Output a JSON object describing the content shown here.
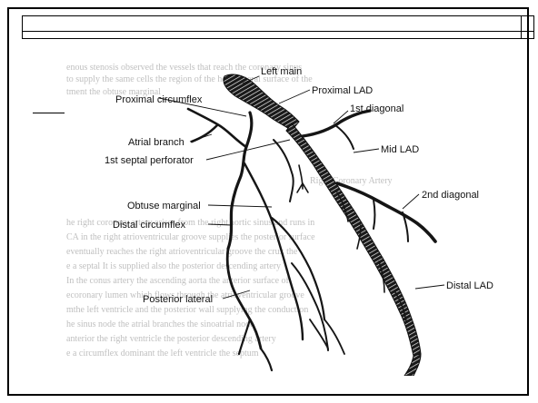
{
  "diagram": {
    "labels": {
      "left_main": "Left main",
      "proximal_circumflex": "Proximal circumflex",
      "proximal_lad": "Proximal LAD",
      "first_diagonal": "1st diagonal",
      "atrial_branch": "Atrial branch",
      "first_septal_perforator": "1st septal perforator",
      "mid_lad": "Mid LAD",
      "obtuse_marginal": "Obtuse marginal",
      "second_diagonal": "2nd diagonal",
      "distal_circumflex": "Distal circumflex",
      "posterior_lateral": "Posterior lateral",
      "distal_lad": "Distal LAD"
    }
  },
  "colors": {
    "ink": "#111111",
    "frame": "#000000",
    "bleed_text": "#b9b9b9",
    "vessel_fill": "#1a1a1a",
    "vessel_hatch": "#ffffff"
  }
}
